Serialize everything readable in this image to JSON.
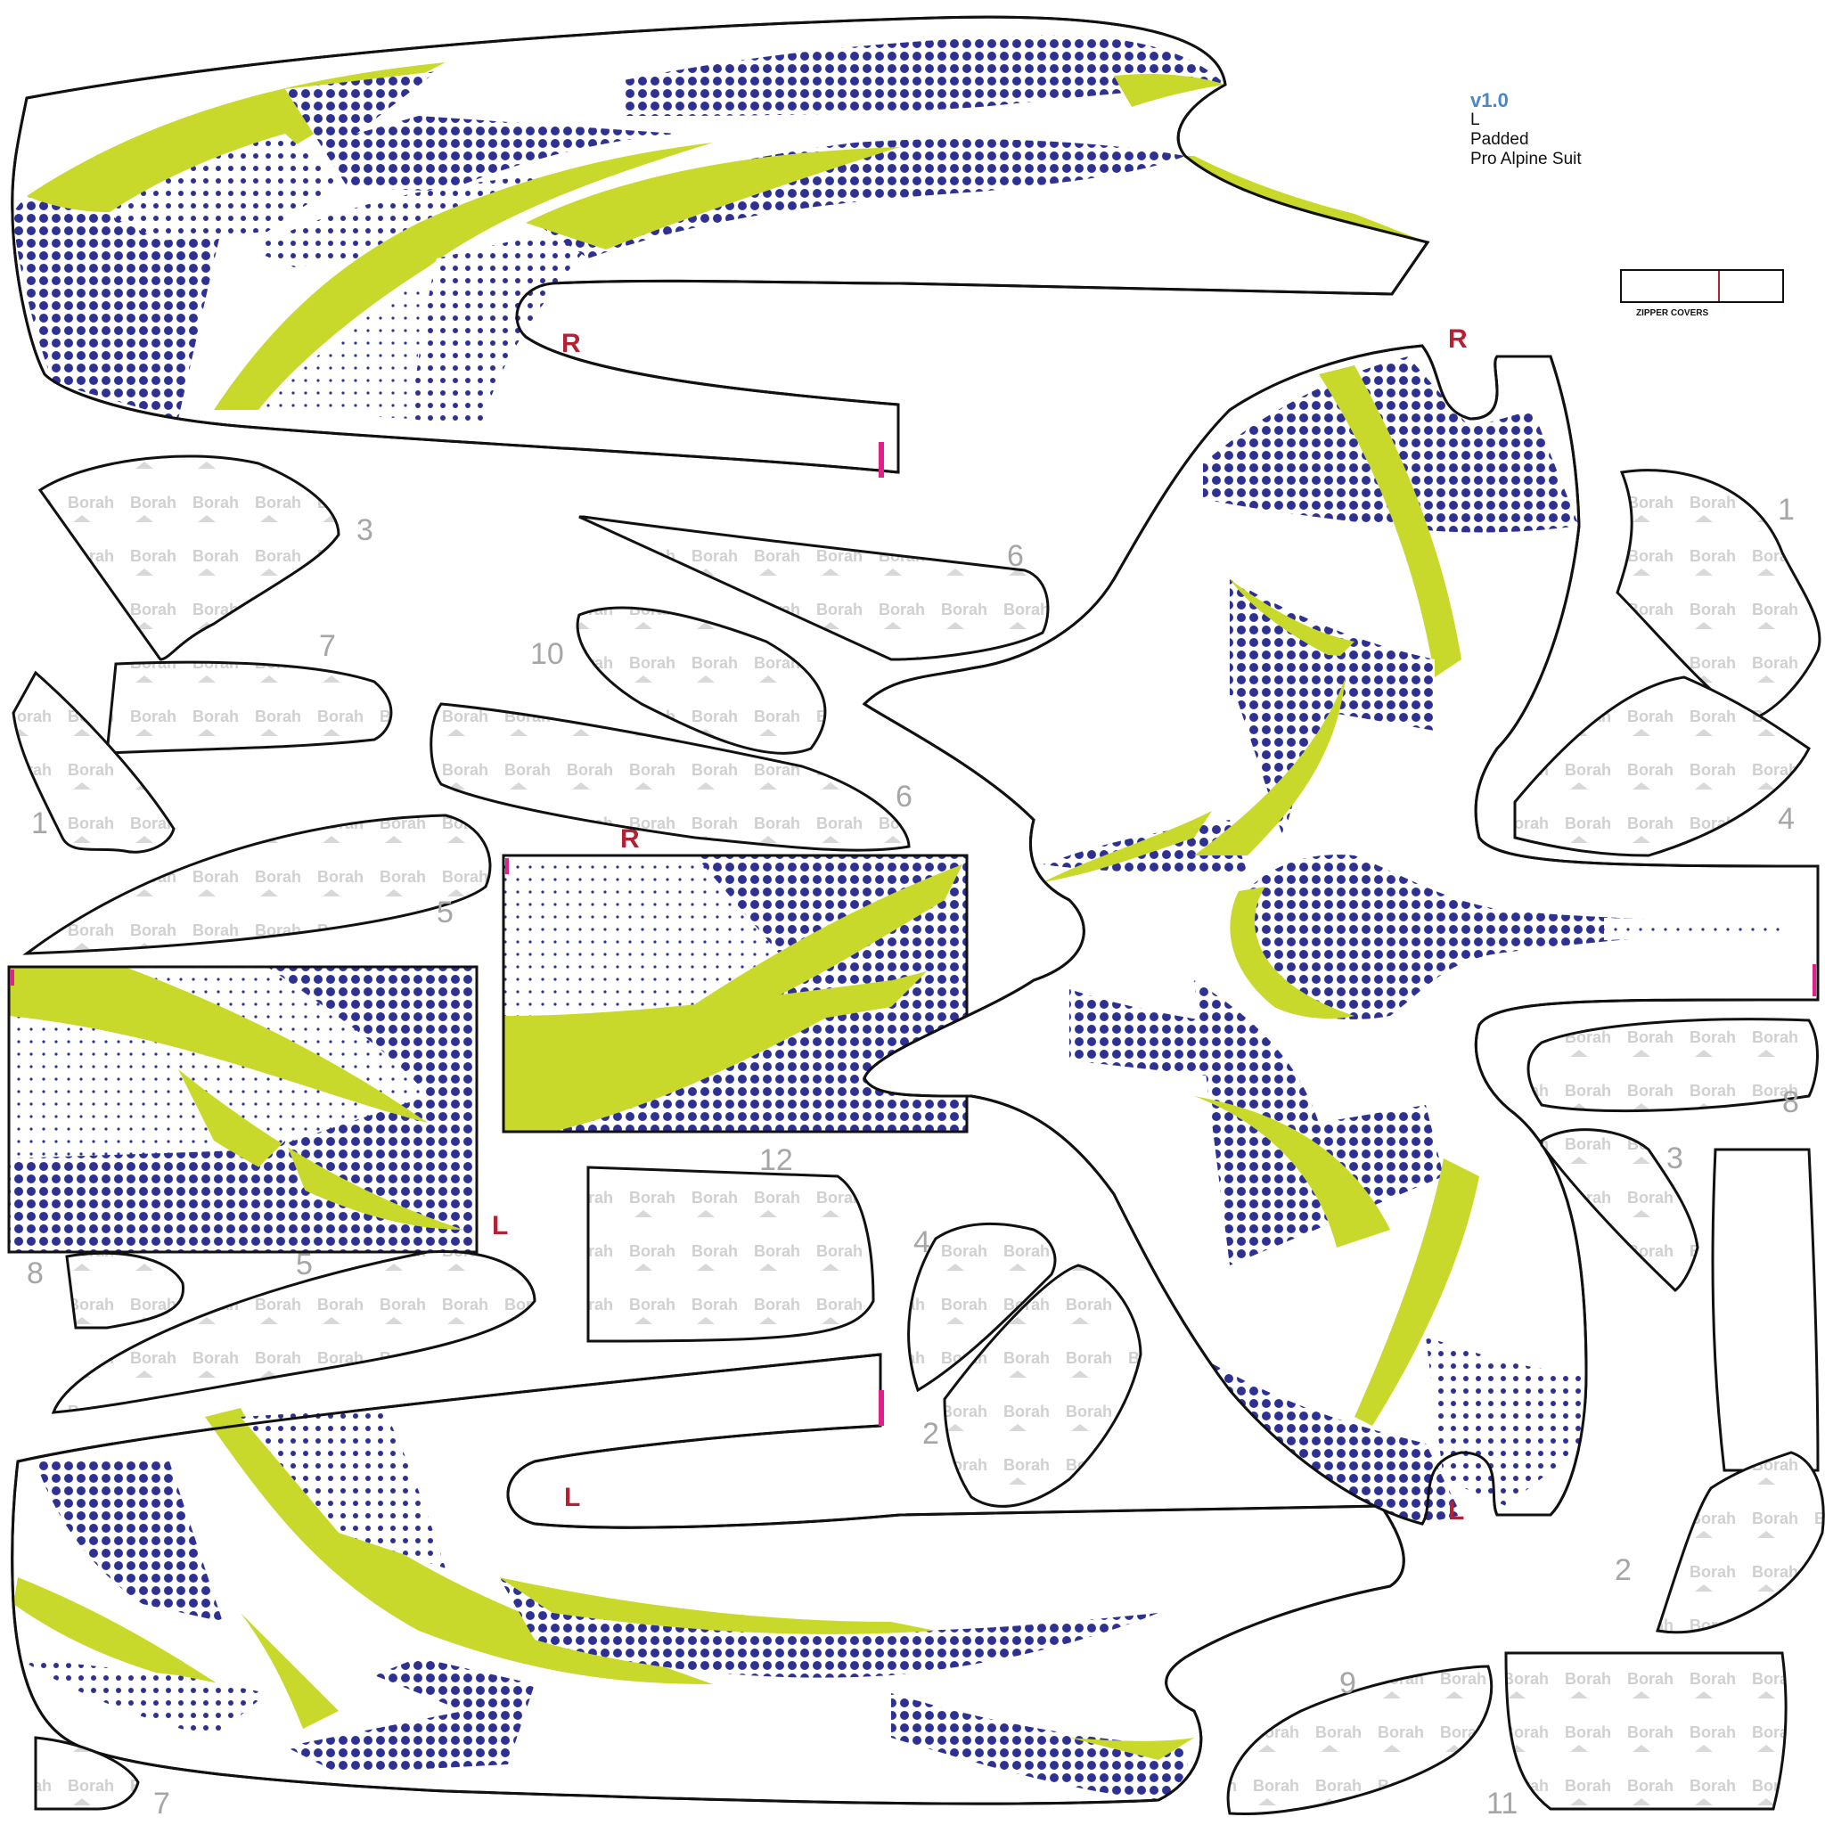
{
  "colors": {
    "navy": "#2e3192",
    "lime": "#c8d92b",
    "outline": "#111111",
    "number_gray": "#a6a6a6",
    "side_red": "#b22234",
    "version_blue": "#4a86c6",
    "watermark_gray": "#d0d0d0"
  },
  "info": {
    "version": "v1.0",
    "size": "L",
    "padding": "Padded",
    "product": "Pro Alpine Suit"
  },
  "zipper": {
    "label": "ZIPPER COVERS"
  },
  "watermark": {
    "brand": "Borah"
  },
  "labels": {
    "r_sleeve": "R",
    "r_front": "R",
    "r_back": "R",
    "l_back": "L",
    "l_sleeve": "L",
    "l_front": "L"
  },
  "pieces": {
    "p1_right": "1",
    "p1_left": "1",
    "p2_mid": "2",
    "p2_right": "2",
    "p3_left": "3",
    "p3_right": "3",
    "p4_right": "4",
    "p4_mid": "4",
    "p5_a": "5",
    "p5_b": "5",
    "p6_a": "6",
    "p6_b": "6",
    "p7_a": "7",
    "p7_b": "7",
    "p8_left": "8",
    "p8_right": "8",
    "p9": "9",
    "p10": "10",
    "p11": "11",
    "p12": "12"
  }
}
